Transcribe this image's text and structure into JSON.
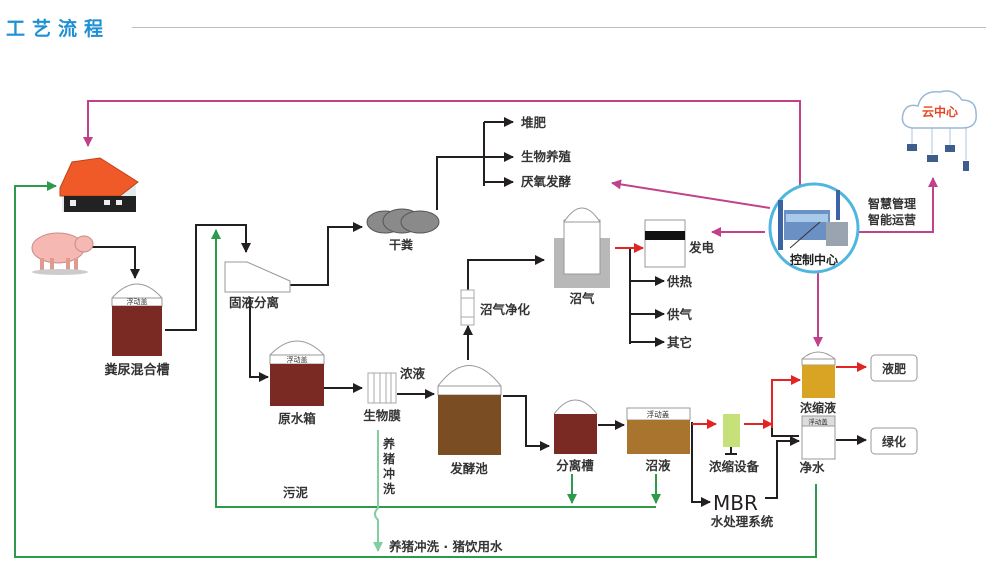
{
  "header": {
    "title": "工艺流程"
  },
  "colors": {
    "title": "#1f8fd6",
    "flow_black": "#231f20",
    "flow_green": "#2e9a4b",
    "flow_light_green": "#7fcfa0",
    "flow_magenta": "#c0428a",
    "flow_red": "#e32424",
    "manure": "#7a2a22",
    "ferment": "#7a4d22",
    "digestate": "#a8742e",
    "concentrate": "#d9a324",
    "cloud_text": "#e54522",
    "control_ring": "#4fb6e0"
  },
  "nodes": {
    "barn": {
      "label": ""
    },
    "pig": {
      "label": ""
    },
    "mixing_tank": {
      "label": "粪尿混合槽",
      "lid": "浮动盖"
    },
    "solid_liquid_separation": {
      "label": "固液分离"
    },
    "dry_manure": {
      "label": "干粪"
    },
    "compost": {
      "label": "堆肥"
    },
    "bio_breeding": {
      "label": "生物养殖"
    },
    "anaerobic_fermentation": {
      "label": "厌氧发酵"
    },
    "raw_water_tank": {
      "label": "原水箱",
      "lid": "浮动盖"
    },
    "biofilm": {
      "label": "生物膜"
    },
    "concentrate_flow": {
      "label": "浓液"
    },
    "fermentation_tank": {
      "label": "发酵池"
    },
    "biogas_purification": {
      "label": "沼气净化"
    },
    "biogas": {
      "label": "沼气"
    },
    "power_generation": {
      "label": "发电"
    },
    "heat_supply": {
      "label": "供热"
    },
    "gas_supply": {
      "label": "供气"
    },
    "others": {
      "label": "其它"
    },
    "separation_tank": {
      "label": "分离槽"
    },
    "biogas_slurry": {
      "label": "沼液",
      "lid": "浮动盖"
    },
    "concentration_equipment": {
      "label": "浓缩设备"
    },
    "mbr": {
      "label": "MBR",
      "sub": "水处理系统"
    },
    "concentrated_liquid": {
      "label": "浓缩液"
    },
    "clean_water": {
      "label": "净水",
      "lid": "浮动盖"
    },
    "liquid_fertilizer": {
      "label": "液肥"
    },
    "greening": {
      "label": "绿化"
    },
    "sludge": {
      "label": "污泥"
    },
    "pig_wash_vertical": {
      "label": "养猪冲洗",
      "chars": [
        "养",
        "猪",
        "冲",
        "洗"
      ]
    },
    "pig_wash_drinking": {
      "label": "养猪冲洗 · 猪饮用水"
    },
    "control_center": {
      "label": "控制中心"
    },
    "smart_mgmt": {
      "line1": "智慧管理",
      "line2": "智能运营"
    },
    "cloud_center": {
      "label": "云中心"
    }
  }
}
